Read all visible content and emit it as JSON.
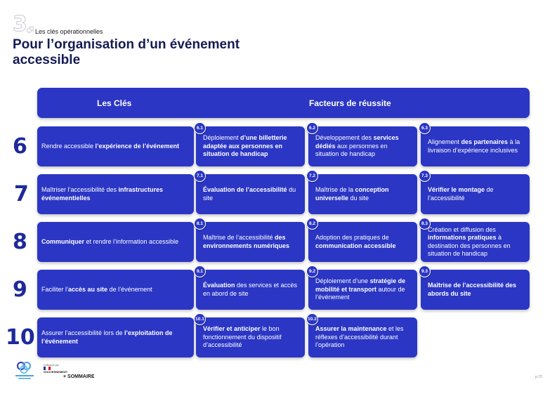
{
  "header": {
    "section_number": "3.",
    "section_label": "Les clés opérationnelles",
    "title": "Pour l’organisation d’un événement accessible"
  },
  "table_header": {
    "left": "Les Clés",
    "right": "Facteurs de réussite"
  },
  "rows": [
    {
      "number": "6",
      "key": [
        {
          "t": "Rendre accessible ",
          "b": false
        },
        {
          "t": "l’expérience de l’événement",
          "b": true
        }
      ],
      "factors": [
        {
          "tag": "6.1",
          "parts": [
            {
              "t": "Déploiement ",
              "b": false
            },
            {
              "t": "d’une billetterie adaptée aux personnes en situation de handicap",
              "b": true
            }
          ]
        },
        {
          "tag": "6.2",
          "parts": [
            {
              "t": "Développement des ",
              "b": false
            },
            {
              "t": "services dédiés",
              "b": true
            },
            {
              "t": " aux personnes en situation de handicap",
              "b": false
            }
          ]
        },
        {
          "tag": "6.3",
          "parts": [
            {
              "t": "Alignement ",
              "b": false
            },
            {
              "t": "des partenaires",
              "b": true
            },
            {
              "t": " à la livraison d’expérience inclusives",
              "b": false
            }
          ]
        }
      ]
    },
    {
      "number": "7",
      "key": [
        {
          "t": "Maîtriser l’accessibilité des ",
          "b": false
        },
        {
          "t": "infrastructures événementielles",
          "b": true
        }
      ],
      "factors": [
        {
          "tag": "7.1",
          "parts": [
            {
              "t": "Évaluation de l’accessibilité",
              "b": true
            },
            {
              "t": " du site",
              "b": false
            }
          ]
        },
        {
          "tag": "7.2",
          "parts": [
            {
              "t": "Maîtrise de la ",
              "b": false
            },
            {
              "t": "conception universelle",
              "b": true
            },
            {
              "t": " du site",
              "b": false
            }
          ]
        },
        {
          "tag": "7.3",
          "parts": [
            {
              "t": "Vérifier le montage",
              "b": true
            },
            {
              "t": " de l’accessibilité",
              "b": false
            }
          ]
        }
      ]
    },
    {
      "number": "8",
      "key": [
        {
          "t": "Communiquer",
          "b": true
        },
        {
          "t": " et rendre l’information accessible",
          "b": false
        }
      ],
      "factors": [
        {
          "tag": "8.1",
          "parts": [
            {
              "t": "Maîtrise de l’accessibilité ",
              "b": false
            },
            {
              "t": "des environnements numériques",
              "b": true
            }
          ]
        },
        {
          "tag": "8.2",
          "parts": [
            {
              "t": "Adoption des pratiques de ",
              "b": false
            },
            {
              "t": "communication accessible",
              "b": true
            }
          ]
        },
        {
          "tag": "8.3",
          "parts": [
            {
              "t": "Création et diffusion des ",
              "b": false
            },
            {
              "t": "informations pratiques",
              "b": true
            },
            {
              "t": " à destination des personnes en situation de handicap",
              "b": false
            }
          ]
        }
      ]
    },
    {
      "number": "9",
      "key": [
        {
          "t": "Faciliter l’",
          "b": false
        },
        {
          "t": "accès au site",
          "b": true
        },
        {
          "t": " de l’événement",
          "b": false
        }
      ],
      "factors": [
        {
          "tag": "9.1",
          "parts": [
            {
              "t": "Évaluation",
              "b": true
            },
            {
              "t": " des services et accès en abord de site",
              "b": false
            }
          ]
        },
        {
          "tag": "9.2",
          "parts": [
            {
              "t": "Déploiement d’une ",
              "b": false
            },
            {
              "t": "stratégie de mobilité et transport",
              "b": true
            },
            {
              "t": " autour de l’événement",
              "b": false
            }
          ]
        },
        {
          "tag": "9.3",
          "parts": [
            {
              "t": "Maîtrise de l’accessibilité des abords du site",
              "b": true
            }
          ]
        }
      ]
    },
    {
      "number": "10",
      "key": [
        {
          "t": "Assurer l’accessibilité lors de ",
          "b": false
        },
        {
          "t": "l’exploitation de l’événement",
          "b": true
        }
      ],
      "factors": [
        {
          "tag": "10.1",
          "parts": [
            {
              "t": "Vérifier et anticiper",
              "b": true
            },
            {
              "t": " le bon fonctionnement du dispositif d’accessibilité",
              "b": false
            }
          ]
        },
        {
          "tag": "10.2",
          "parts": [
            {
              "t": "Assurer la maintenance",
              "b": true
            },
            {
              "t": " et les réflexes d’accessibilité durant l’opération",
              "b": false
            }
          ]
        }
      ]
    }
  ],
  "footer": {
    "gov_pre": "Cofinancé par",
    "gov_name": "GOUVERNEMENT",
    "sommaire": "+ SOMMAIRE",
    "page": "p.72"
  },
  "colors": {
    "primary": "#2b36c4",
    "number": "#1e2a9a",
    "title": "#141b52"
  }
}
